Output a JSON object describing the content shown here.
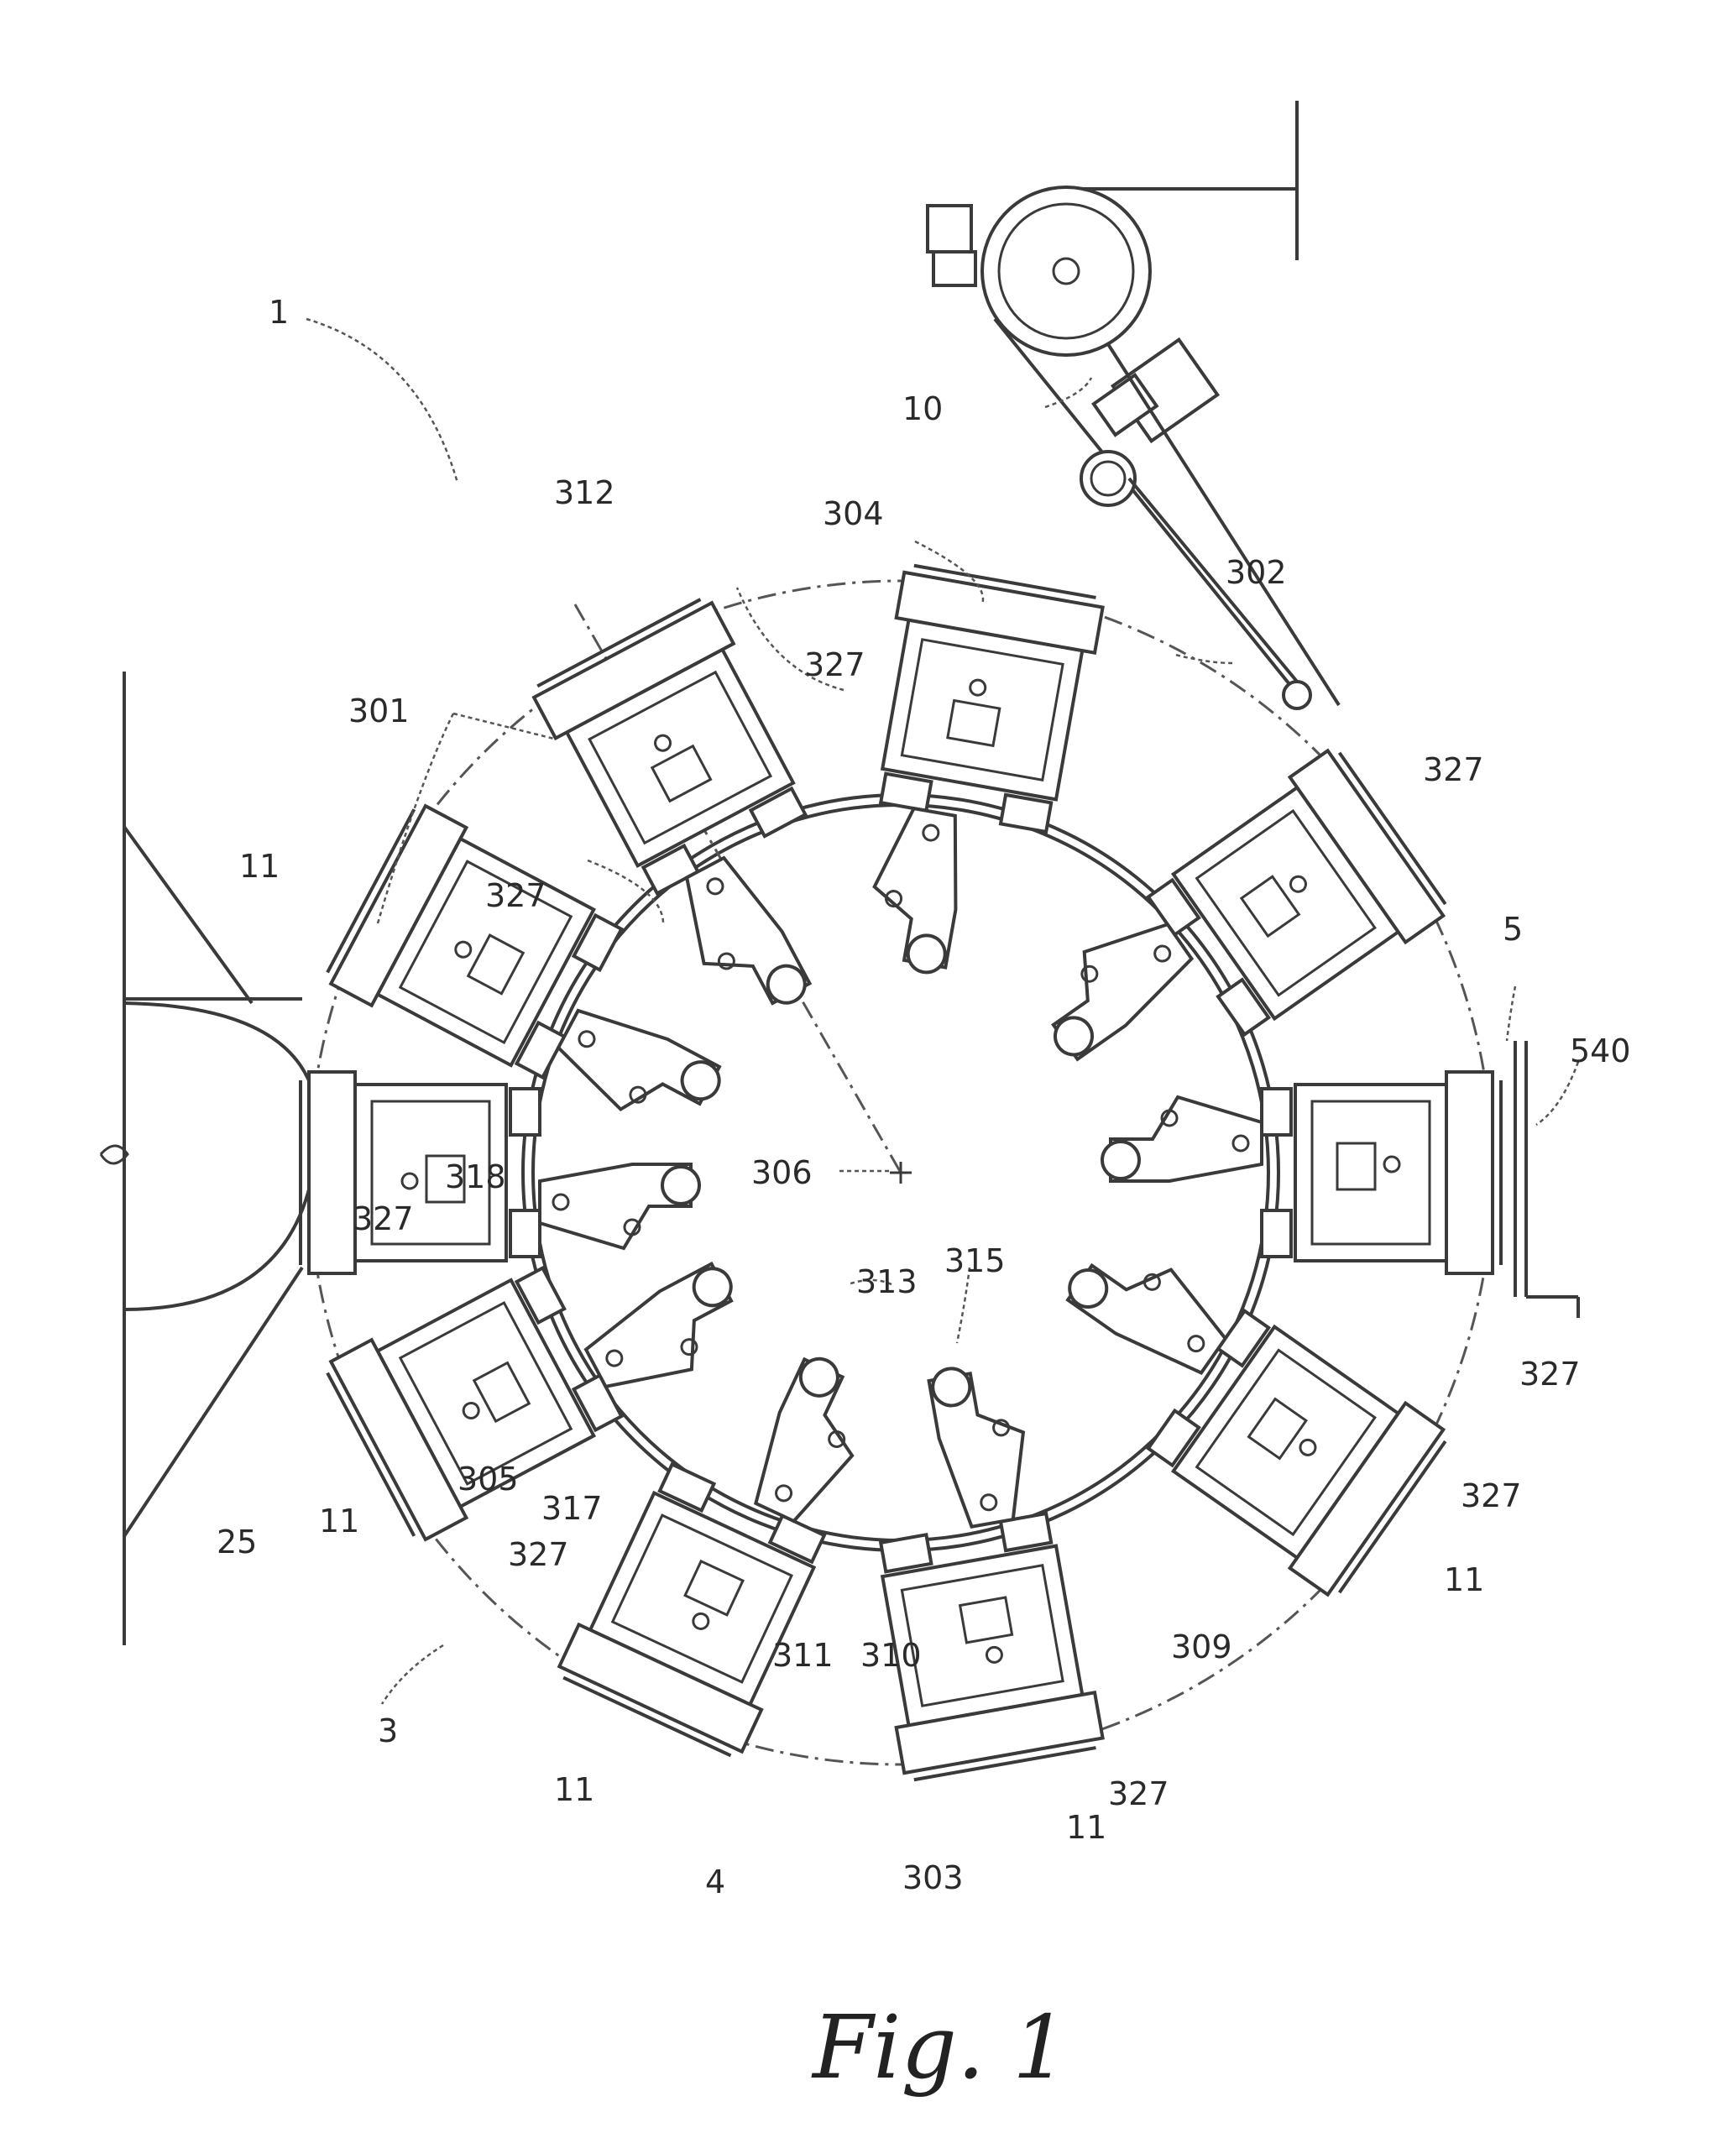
{
  "figure_caption": "Fig. 1",
  "labels": {
    "l1": "1",
    "l3": "3",
    "l4": "4",
    "l5": "5",
    "l10": "10",
    "l11a": "11",
    "l11b": "11",
    "l11c": "11",
    "l11d": "11",
    "l11e": "11",
    "l25": "25",
    "l301": "301",
    "l302": "302",
    "l303": "303",
    "l304": "304",
    "l305": "305",
    "l306": "306",
    "l309": "309",
    "l310": "310",
    "l311": "311",
    "l312": "312",
    "l313": "313",
    "l315": "315",
    "l317": "317",
    "l318": "318",
    "l327a": "327",
    "l327b": "327",
    "l327c": "327",
    "l327d": "327",
    "l327e": "327",
    "l327f": "327",
    "l327g": "327",
    "l327h": "327",
    "l540": "540"
  }
}
